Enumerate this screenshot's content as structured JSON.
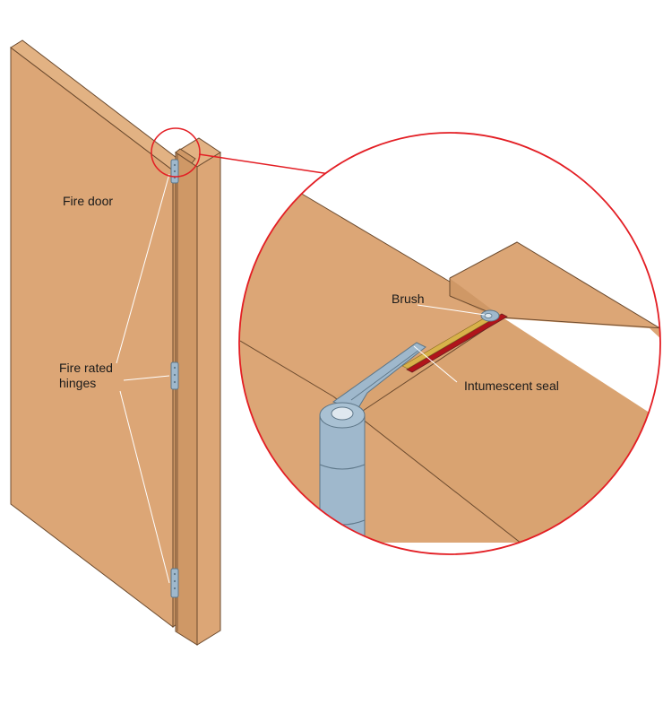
{
  "labels": {
    "fire_door": "Fire door",
    "fire_rated_hinges": "Fire rated hinges",
    "brush": "Brush",
    "intumescent_seal": "Intumescent seal"
  },
  "colors": {
    "wood_face": "#dca676",
    "wood_edge": "#cf9866",
    "wood_outline": "#6b4a2e",
    "hinge_steel": "#9fb8cc",
    "hinge_outline": "#5d7688",
    "seal_red": "#b0141b",
    "callout_red": "#e31e24",
    "leader_line": "#ffffff"
  },
  "icons": {
    "magnifier_callout": "detail-zoom-circle"
  }
}
